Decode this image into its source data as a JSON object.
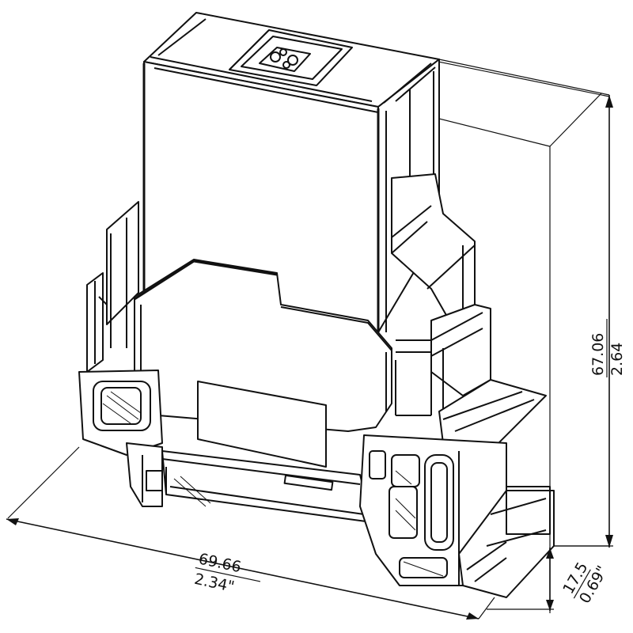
{
  "drawing": {
    "width_mm": "69.66",
    "width_in": "2.34\"",
    "height_mm": "67.06",
    "height_in": "2.64",
    "depth_mm": "17.5",
    "depth_in": "0.69\""
  },
  "colors": {
    "line": "#111111",
    "background": "#ffffff"
  }
}
